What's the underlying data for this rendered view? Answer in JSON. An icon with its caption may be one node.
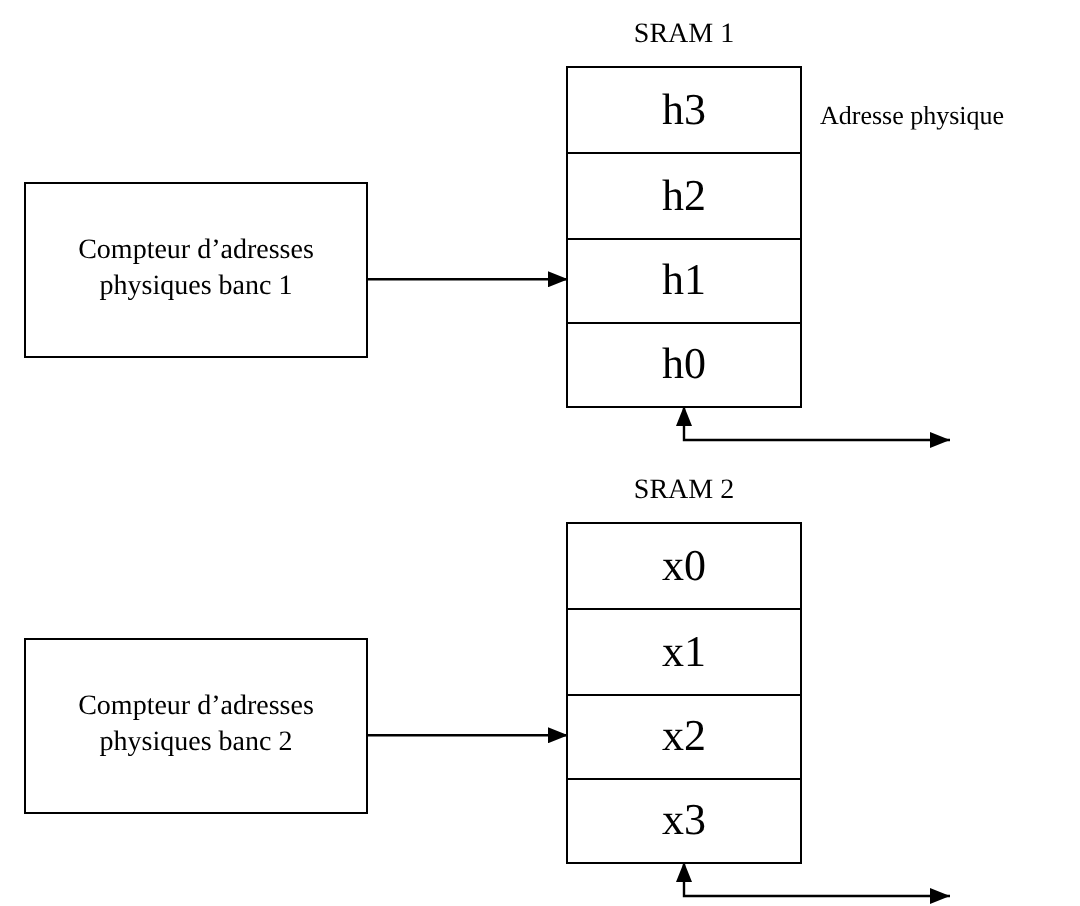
{
  "diagram": {
    "nodes": [
      {
        "text": [
          "SRAM 1"
        ]
      },
      {
        "text": [
          "h3"
        ],
        "in": 0
      },
      {
        "text": [
          "h2"
        ],
        "in": 0
      },
      {
        "text": [
          "h1"
        ],
        "in": 0
      },
      {
        "text": [
          "h0"
        ],
        "in": 0
      },
      {
        "text": [
          "Compteur d’adresses physiques banc 1"
        ]
      },
      {
        "text": [
          "SRAM 2"
        ]
      },
      {
        "text": [
          "x0"
        ],
        "in": 6
      },
      {
        "text": [
          "x1"
        ],
        "in": 6
      },
      {
        "text": [
          "x2"
        ],
        "in": 6
      },
      {
        "text": [
          "x3"
        ],
        "in": 6
      },
      {
        "text": [
          "Compteur d’adresses physiques banc 2"
        ]
      }
    ],
    "edges": [
      {
        "from": 5,
        "to": 3,
        "arrow": "to"
      },
      {
        "from": 4,
        "to": null,
        "arrow": "both"
      },
      {
        "from": 11,
        "to": 9,
        "arrow": "to"
      },
      {
        "from": 10,
        "to": null,
        "arrow": "both"
      }
    ],
    "labels": [
      "Adresse physique"
    ]
  }
}
